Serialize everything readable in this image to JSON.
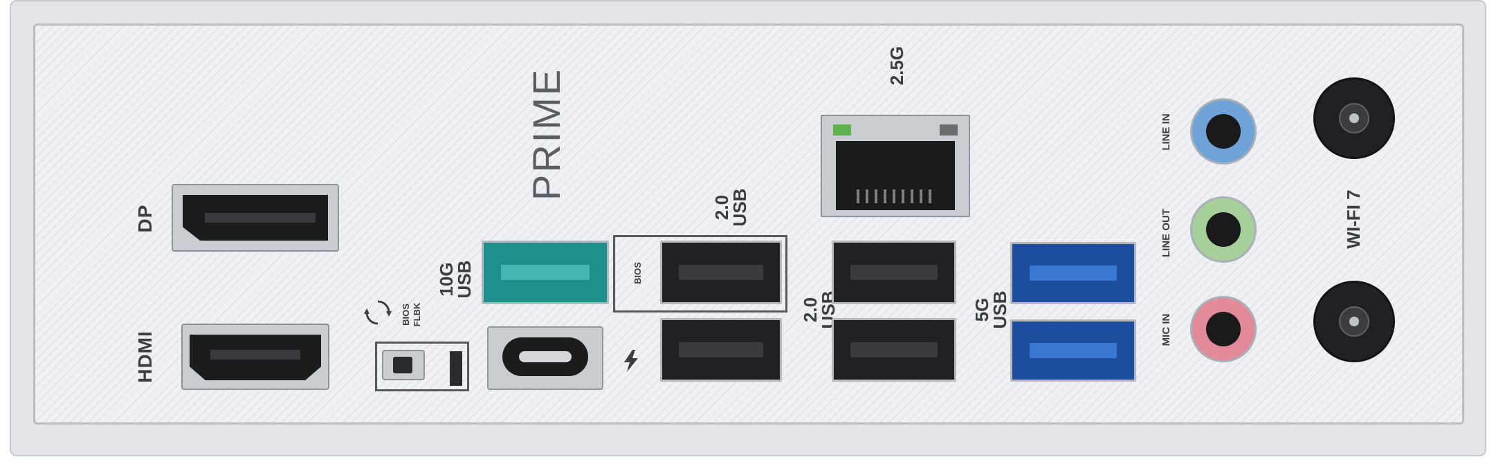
{
  "labels": {
    "brand": "PRIME",
    "dp": "DP",
    "hdmi": "HDMI",
    "usb10g_line1": "10G",
    "usb10g_line2": "USB",
    "bios_flbk_line1": "BIOS",
    "bios_flbk_line2": "FLBK",
    "bios": "BIOS",
    "usb20_top_line1": "2.0",
    "usb20_top_line2": "USB",
    "usb20_mid_line1": "2.0",
    "usb20_mid_line2": "USB",
    "lan": "2.5G",
    "usb5g_line1": "5G",
    "usb5g_line2": "USB",
    "line_in": "LINE IN",
    "line_out": "LINE OUT",
    "mic_in": "MIC IN",
    "wifi": "WI-FI 7"
  },
  "colors": {
    "usb10g": "#1f8f8c",
    "usb5g": "#1d4e9e",
    "line_in": "#6fa3d8",
    "line_out": "#a7cf9a",
    "mic_in": "#e28a97",
    "lan_led_left": "#5fb34e",
    "lan_led_right": "#6a6b6d"
  },
  "icons": {
    "bios_flashback": "refresh-icon",
    "fast_charge": "lightning-icon"
  }
}
